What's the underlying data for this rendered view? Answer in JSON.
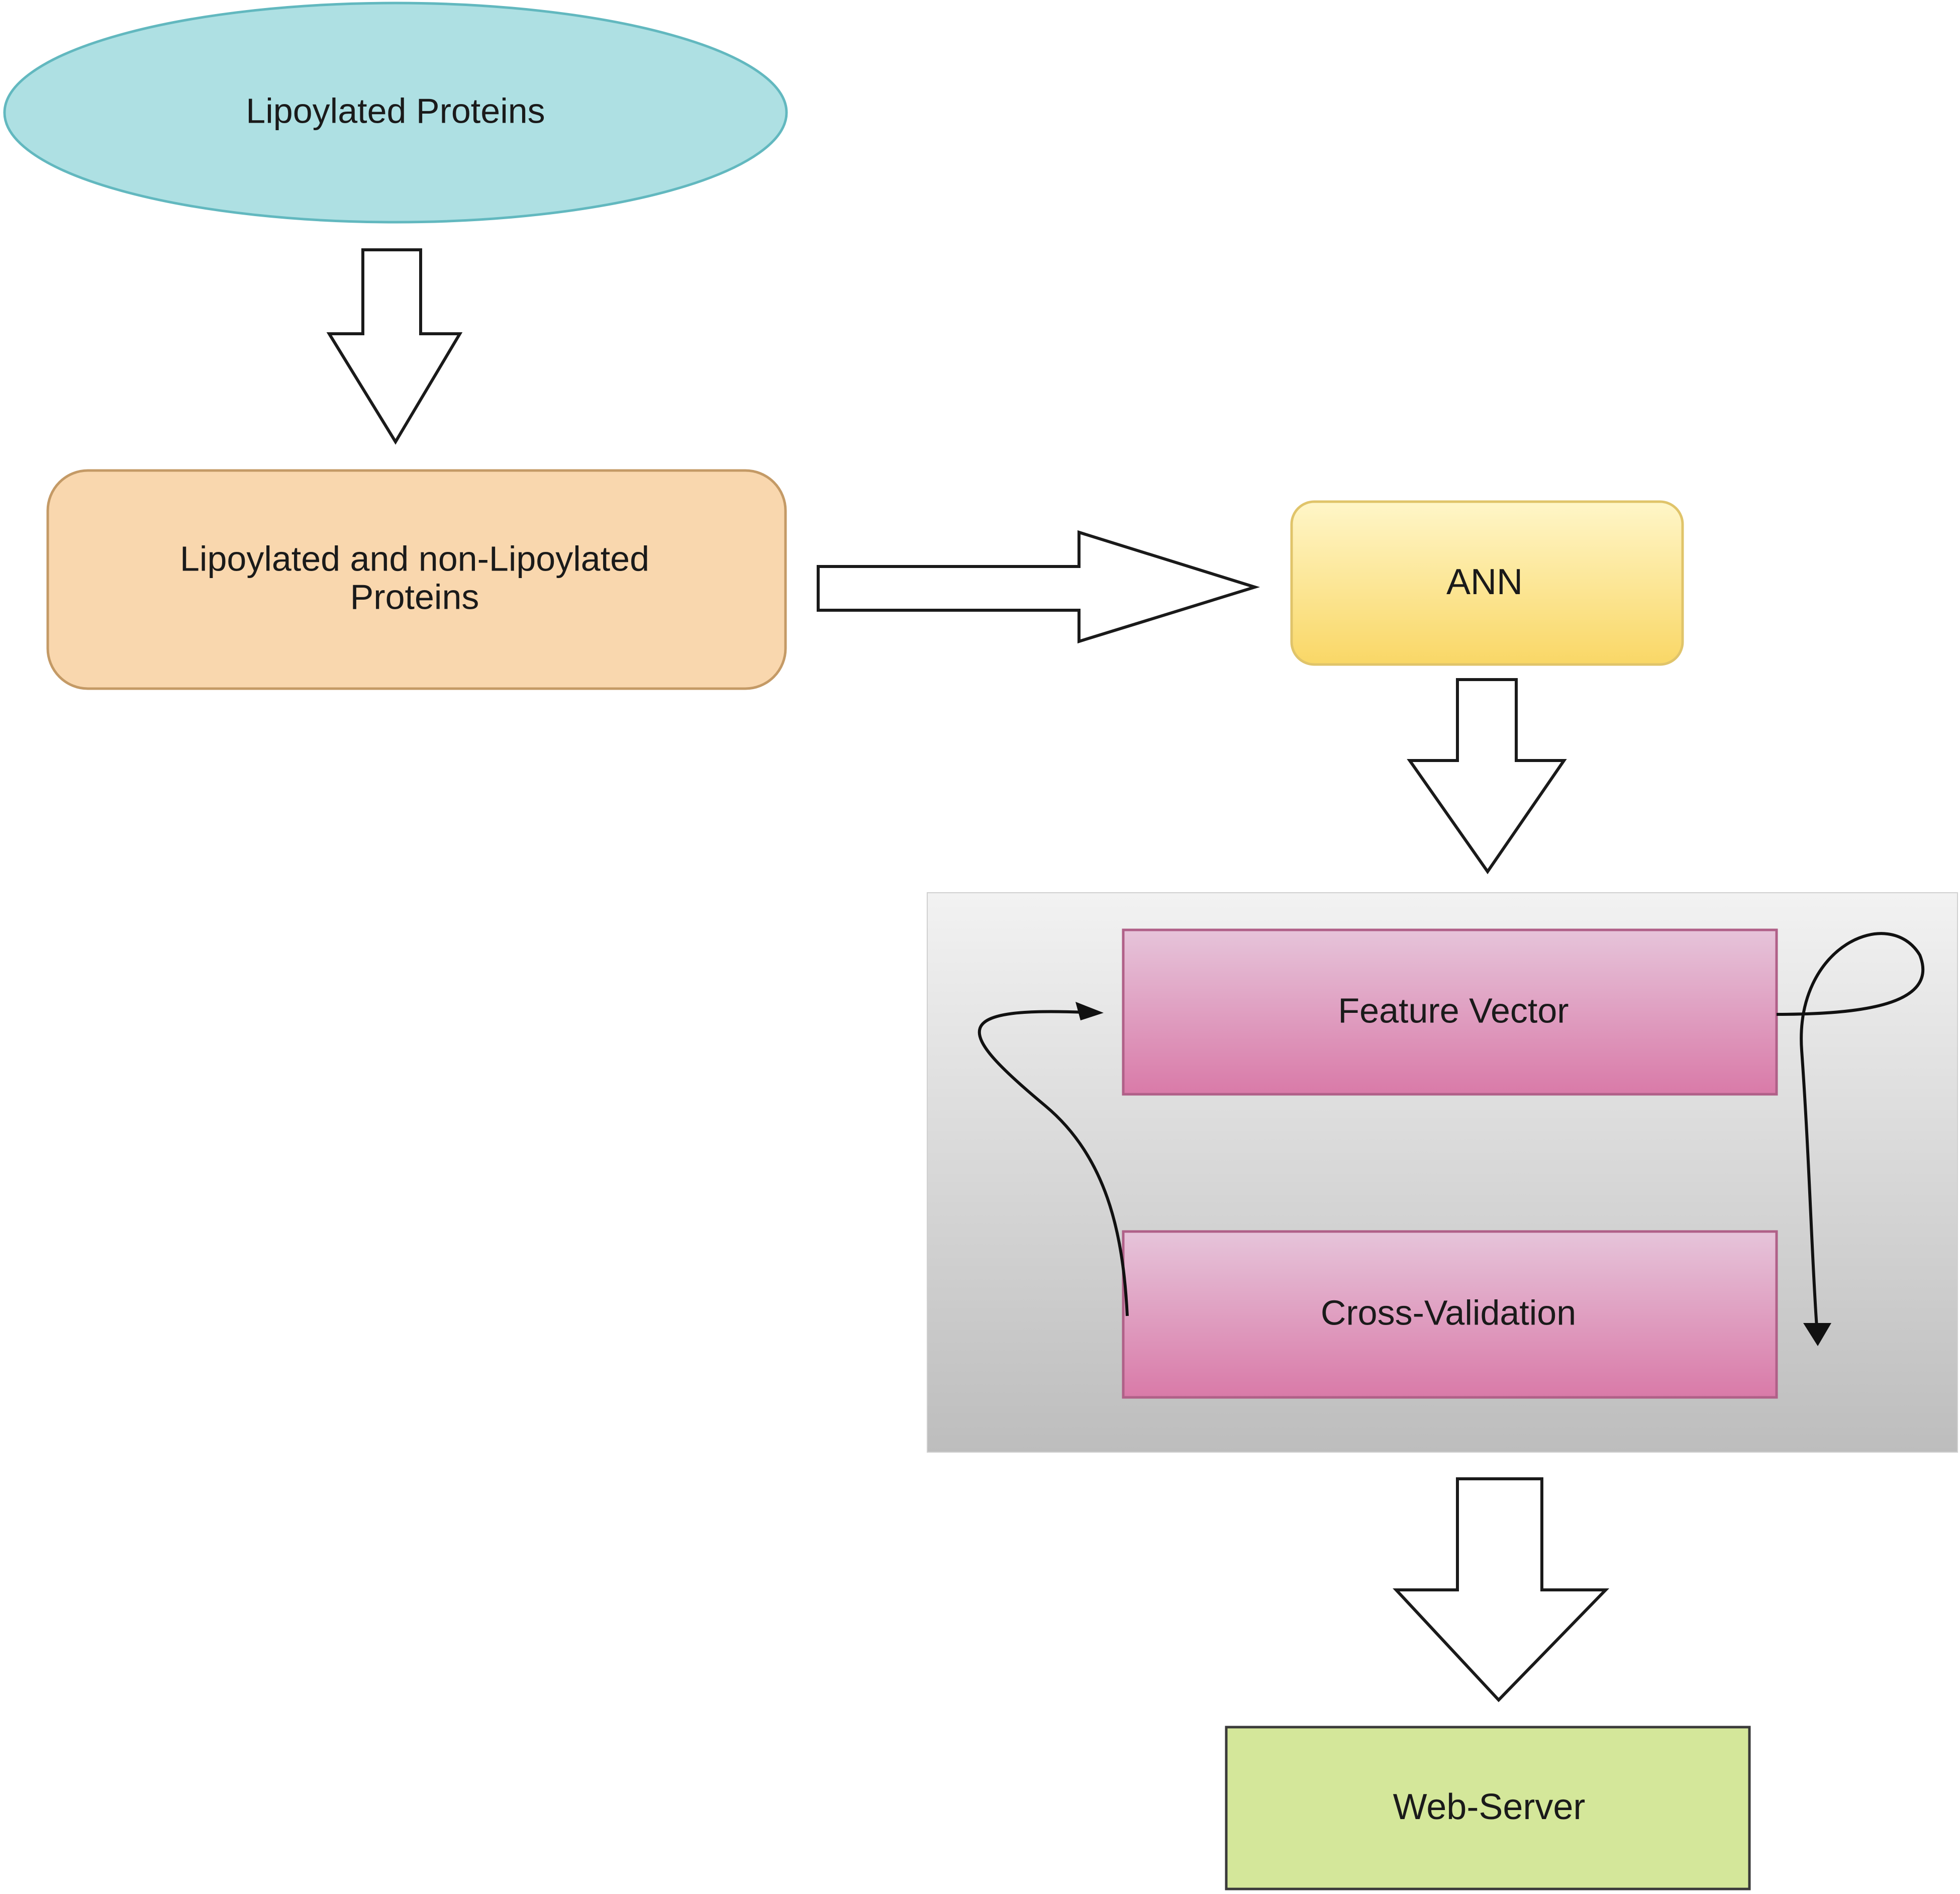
{
  "nodes": {
    "lipoylated_proteins": "Lipoylated Proteins",
    "dataset_line1": "Lipoylated and non-Lipoylated",
    "dataset_line2": "Proteins",
    "ann": "ANN",
    "feature_vector": "Feature Vector",
    "cross_validation": "Cross-Validation",
    "web_server": "Web-Server"
  },
  "colors": {
    "ellipse_fill": "#aee0e3",
    "ellipse_stroke": "#62b8bf",
    "dataset_fill": "#f9d7ae",
    "dataset_stroke": "#c49a66",
    "ann_fill_top": "#fff6c8",
    "ann_fill_bottom": "#f9d766",
    "ann_stroke": "#e0c46a",
    "pink_top": "#e6c4da",
    "pink_bottom": "#d97aa8",
    "pink_stroke": "#b06088",
    "panel_top": "#f2f2f2",
    "panel_bottom": "#bdbdbd",
    "web_server_fill": "#d4e79a",
    "web_server_stroke": "#3a3a3a"
  }
}
